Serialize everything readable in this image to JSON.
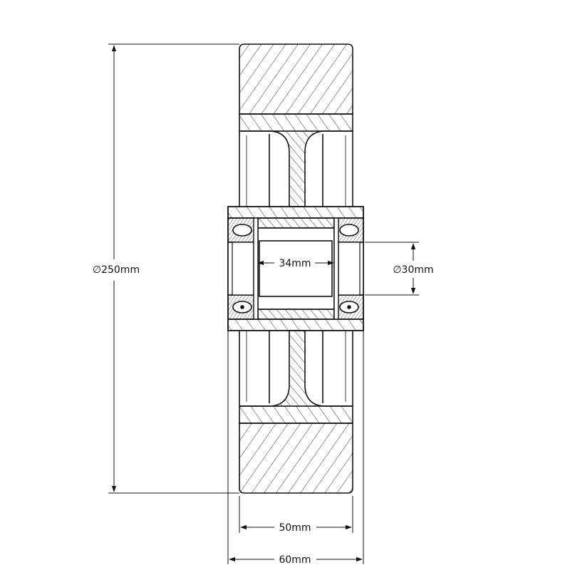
{
  "drawing": {
    "dimensions": {
      "outer_diameter": "∅250mm",
      "tread_width": "50mm",
      "hub_width": "60mm",
      "spacer_length": "34mm",
      "bore_diameter": "∅30mm"
    }
  },
  "colors": {
    "line": "#111111",
    "hatch": "#333333",
    "background": "#ffffff"
  }
}
